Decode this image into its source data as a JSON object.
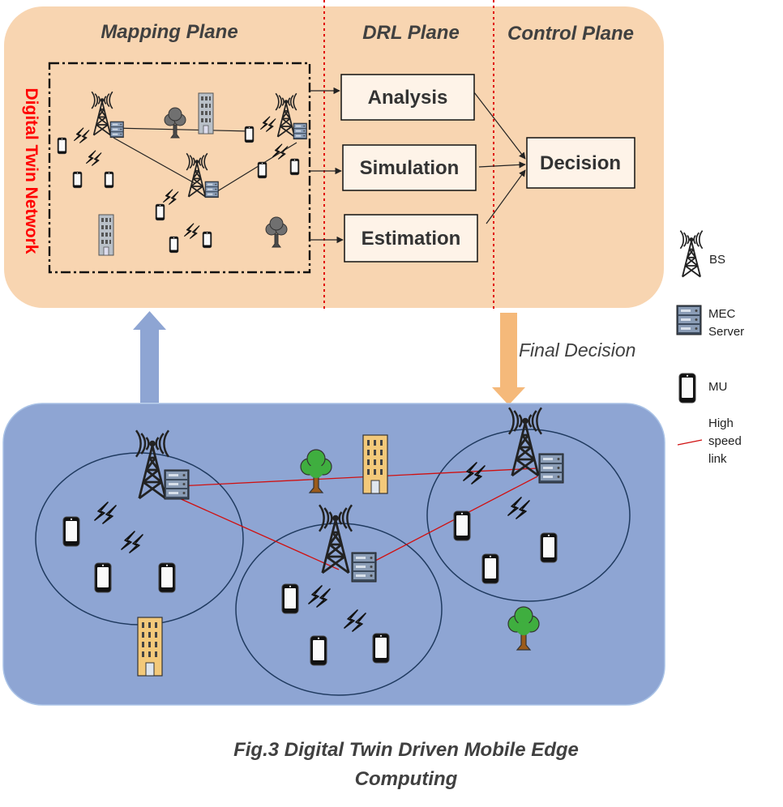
{
  "planes": {
    "mapping": "Mapping Plane",
    "drl": "DRL Plane",
    "control": "Control Plane"
  },
  "side_label": "Digital Twin Network",
  "drl_boxes": [
    "Analysis",
    "Simulation",
    "Estimation"
  ],
  "decision_box": "Decision",
  "final_decision": "Final Decision",
  "legend": {
    "bs": "BS",
    "mec_line1": "MEC",
    "mec_line2": "Server",
    "mu": "MU",
    "link_line1": "High",
    "link_line2": "speed",
    "link_line3": "link"
  },
  "caption": {
    "line1": "Fig.3 Digital Twin Driven Mobile Edge",
    "line2": "Computing"
  },
  "colors": {
    "top_panel": "#f8d5b1",
    "bottom_panel": "#8ea5d3",
    "link": "#d01010",
    "plane_divider": "#e00000",
    "up_arrow": "#8ea5d3",
    "down_arrow": "#f5b97a"
  },
  "icons": [
    "bs-tower-icon",
    "mec-server-icon",
    "mobile-user-icon",
    "lightning-icon",
    "tree-icon",
    "building-icon"
  ]
}
